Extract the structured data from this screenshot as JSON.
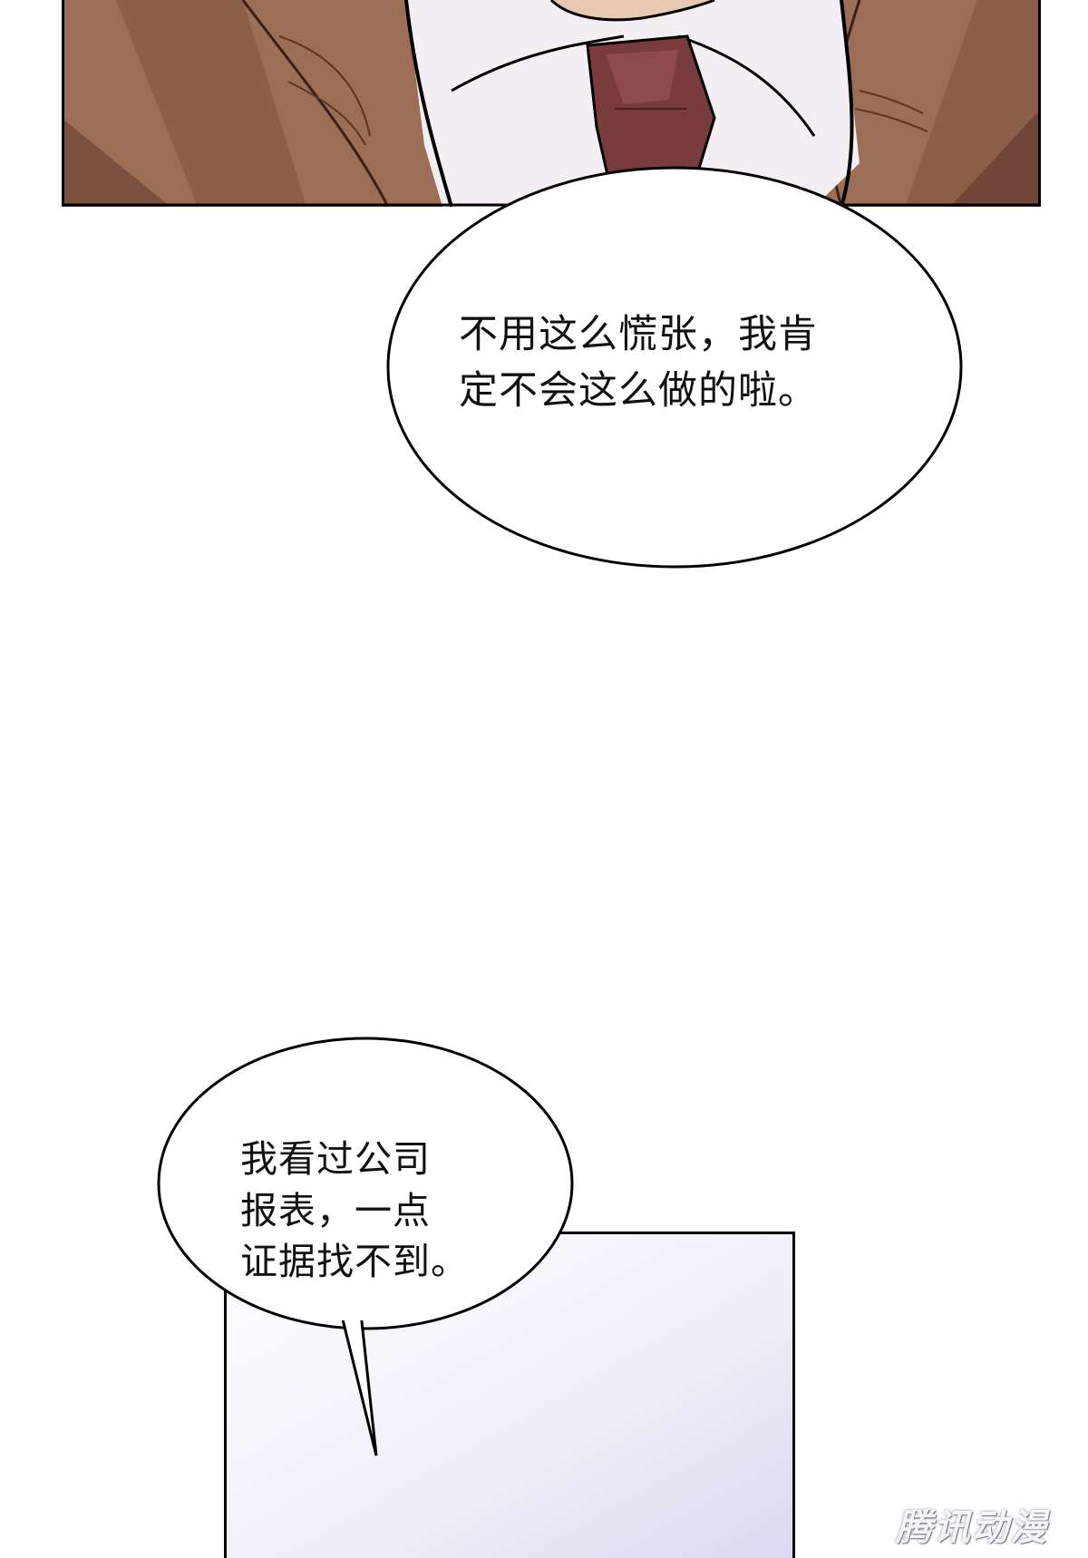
{
  "panels": [
    {
      "name": "top-panel",
      "description_free": true
    },
    {
      "name": "bottom-panel",
      "description_free": true
    }
  ],
  "dialogue": {
    "bubble1": {
      "lines": [
        "不用这么慌张，我肯",
        "定不会这么做的啦。"
      ]
    },
    "bubble2": {
      "lines": [
        "我看过公司",
        "报表，一点",
        "证据找不到。"
      ]
    }
  },
  "watermark": "腾讯动漫",
  "colors": {
    "jacket": "#9c6e55",
    "jacket_shadow": "#7a5040",
    "tie": "#7a3b3d",
    "shirt": "#f2eef2",
    "outline": "#000000",
    "panel_bg_bottom": "#eceaf6"
  }
}
